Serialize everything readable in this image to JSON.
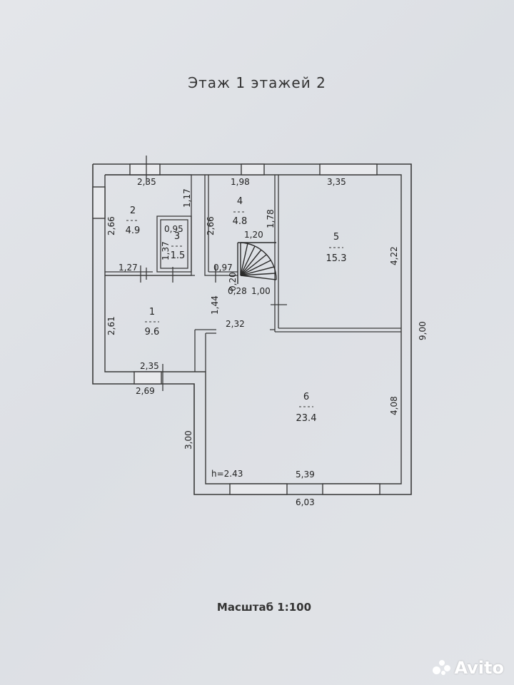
{
  "header": {
    "title": "Этаж 1  этажей 2"
  },
  "footer": {
    "scale": "Масштаб 1:100"
  },
  "watermark": {
    "brand": "Avito",
    "icon": "avito-dots-icon"
  },
  "rooms": [
    {
      "num": "2",
      "area": "4.9"
    },
    {
      "num": "3",
      "area": "1.5"
    },
    {
      "num": "4",
      "area": "4.8"
    },
    {
      "num": "5",
      "area": "15.3"
    },
    {
      "num": "1",
      "area": "9.6"
    },
    {
      "num": "6",
      "area": "23.4"
    }
  ],
  "dimensions": {
    "r2_top": "2,35",
    "r2_right": "1,17",
    "r2_left": "2,66",
    "r2_bottom": "1,27",
    "r3_top": "0,95",
    "r3_left": "1,37",
    "r4_top": "1,98",
    "r4_right": "1,78",
    "r4_left": "2,66",
    "stair_top": "1,20",
    "stair_left": "0,97",
    "stair_v": "0,20",
    "stair_b1": "0,28",
    "stair_b2": "1,00",
    "r5_top": "3,35",
    "r5_right": "4,22",
    "r1_left": "2,61",
    "r1_right": "1,44",
    "r1_bottom": "2,35",
    "r1_outer": "2,69",
    "hall": "2,32",
    "r6_right": "4,08",
    "r6_bottom": "5,39",
    "r6_outer": "6,03",
    "r6_left": "3,00",
    "total_right": "9,00",
    "height": "h=2.43"
  }
}
